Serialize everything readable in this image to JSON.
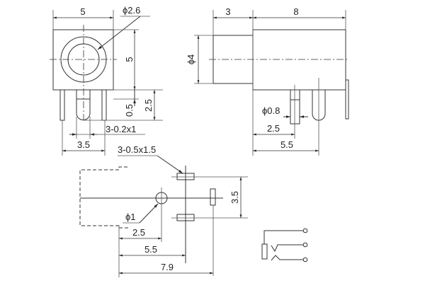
{
  "front_view": {
    "width": "5",
    "hole_diameter": "ϕ2.6",
    "height": "5",
    "pin_offset": "0.5",
    "pin_length": "2.5",
    "pin_size": "3-0.2x1",
    "pin_span": "3.5"
  },
  "side_view": {
    "front_length": "3",
    "body_length": "8",
    "front_diameter": "ϕ4",
    "pin_diameter": "ϕ0.8",
    "pin1_position": "2.5",
    "pin2_position": "5.5"
  },
  "bottom_view": {
    "pad_size": "3-0.5x1.5",
    "hole_diameter": "ϕ1",
    "pad_spacing": "3.5",
    "dim_hole": "2.5",
    "dim_pads": "5.5",
    "dim_pin": "7.9"
  }
}
